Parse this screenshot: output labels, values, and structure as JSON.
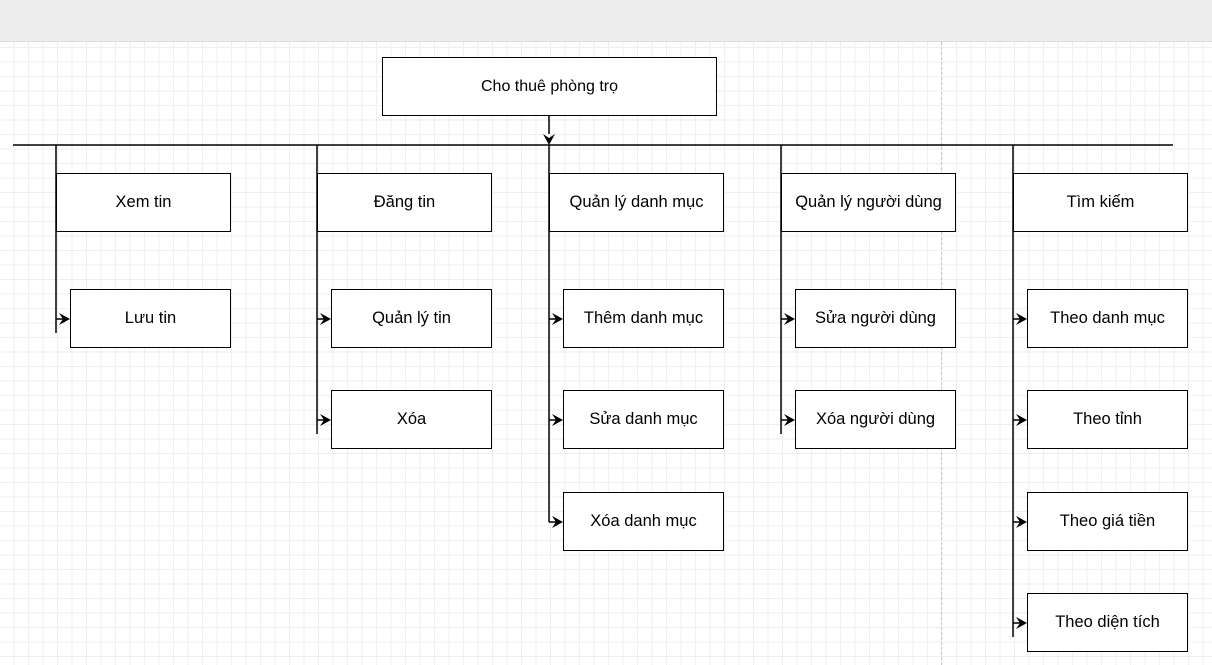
{
  "diagram": {
    "root": {
      "label": "Cho thuê phòng trọ"
    },
    "branches": [
      {
        "label": "Xem tin",
        "children": [
          "Lưu tin"
        ]
      },
      {
        "label": "Đăng tin",
        "children": [
          "Quản lý tin",
          "Xóa"
        ]
      },
      {
        "label": "Quản lý danh mục",
        "children": [
          "Thêm danh mục",
          "Sửa danh mục",
          "Xóa danh mục"
        ]
      },
      {
        "label": "Quản lý người dùng",
        "children": [
          "Sửa người dùng",
          "Xóa người dùng"
        ]
      },
      {
        "label": "Tìm kiếm",
        "children": [
          "Theo danh mục",
          "Theo tỉnh",
          "Theo giá tiền",
          "Theo diện tích"
        ]
      }
    ]
  }
}
